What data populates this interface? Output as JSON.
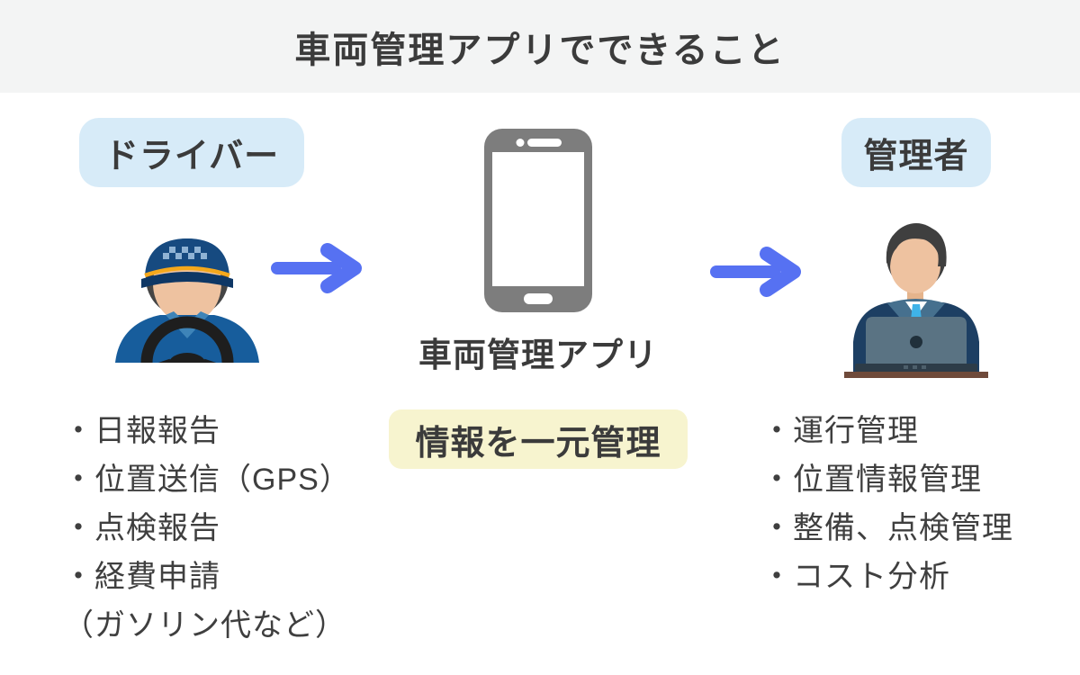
{
  "header": {
    "title": "車両管理アプリでできること"
  },
  "driver": {
    "label": "ドライバー",
    "icon": "driver-icon",
    "items": [
      "・日報報告",
      "・位置送信（GPS）",
      "・点検報告",
      "・経費申請",
      "（ガソリン代など）"
    ]
  },
  "app": {
    "icon": "smartphone-icon",
    "name": "車両管理アプリ",
    "highlight": "情報を一元管理"
  },
  "manager": {
    "label": "管理者",
    "icon": "manager-icon",
    "items": [
      "・運行管理",
      "・位置情報管理",
      "・整備、点検管理",
      "・コスト分析"
    ]
  },
  "colors": {
    "header_bg": "#f3f4f4",
    "text": "#3b3b3b",
    "label_bg": "#d7ebf8",
    "highlight_bg": "#f7f4cf",
    "arrow_blue": "#5671f2",
    "phone_gray": "#7d7d7d"
  }
}
